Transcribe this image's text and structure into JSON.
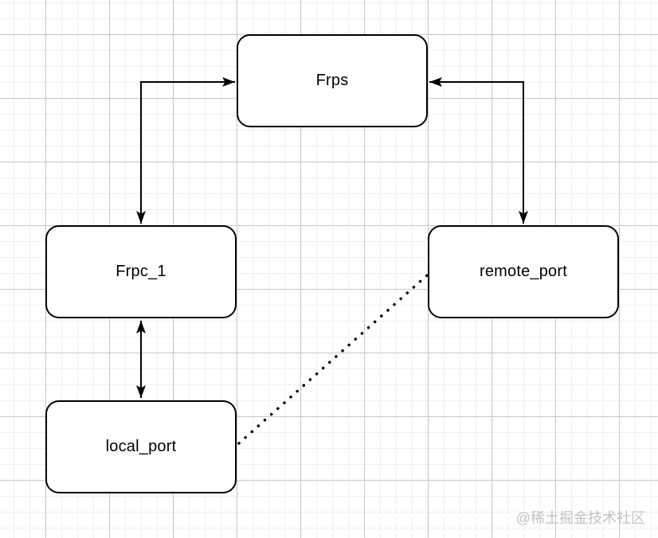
{
  "diagram": {
    "nodes": [
      {
        "id": "frps",
        "label": "Frps"
      },
      {
        "id": "frpc_1",
        "label": "Frpc_1"
      },
      {
        "id": "remote_port",
        "label": "remote_port"
      },
      {
        "id": "local_port",
        "label": "local_port"
      }
    ],
    "connections": [
      {
        "from": "frpc_1",
        "to": "frps",
        "style": "solid-elbow",
        "arrows": "both",
        "description": "elbow connector, arrowheads into Frpc_1 top and Frps left"
      },
      {
        "from": "remote_port",
        "to": "frps",
        "style": "solid-elbow",
        "arrows": "both",
        "description": "elbow connector, arrowheads into remote_port top and Frps right"
      },
      {
        "from": "frpc_1",
        "to": "local_port",
        "style": "solid-straight",
        "arrows": "both",
        "description": "vertical double-headed arrow"
      },
      {
        "from": "local_port",
        "to": "remote_port",
        "style": "dotted-straight",
        "arrows": "none",
        "description": "diagonal dotted line"
      }
    ],
    "colors": {
      "node_fill": "#ffffff",
      "node_stroke": "#000000",
      "connector": "#000000",
      "grid_minor": "#f0f0f0",
      "grid_major": "#c6c6c6",
      "watermark": "#c2c2c2"
    }
  },
  "watermark": {
    "text": "@稀土掘金技术社区"
  }
}
